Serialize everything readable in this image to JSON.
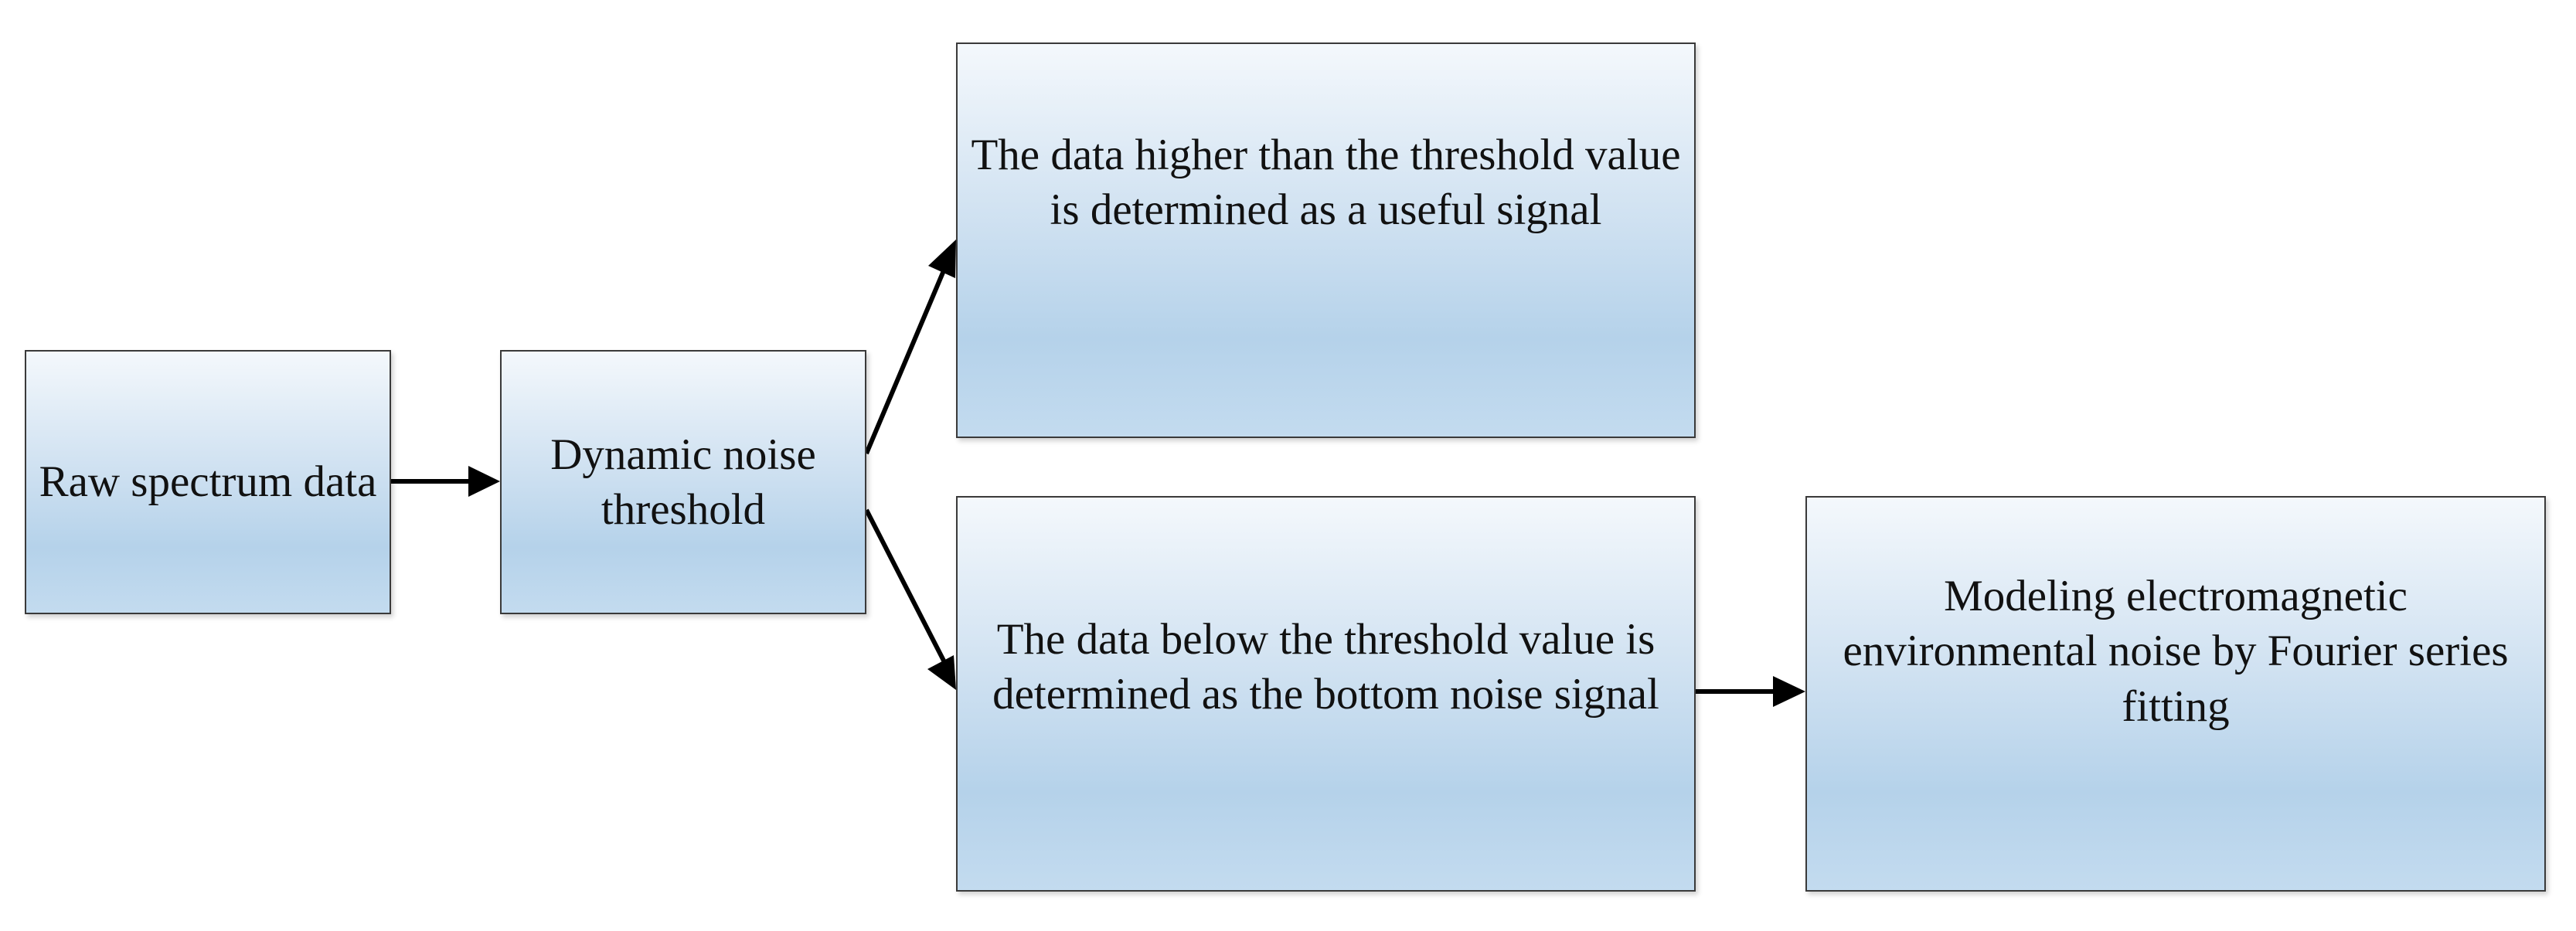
{
  "nodes": {
    "raw_spectrum": {
      "label": "Raw spectrum data"
    },
    "dynamic_threshold": {
      "label": "Dynamic noise threshold"
    },
    "useful_signal": {
      "label": "The data higher than the threshold value is determined as a useful signal"
    },
    "bottom_noise": {
      "label": "The data below the threshold value is determined as the bottom noise signal"
    },
    "fourier_model": {
      "label": "Modeling electromagnetic environmental noise by Fourier series fitting"
    }
  },
  "edges": [
    {
      "from": "raw_spectrum",
      "to": "dynamic_threshold"
    },
    {
      "from": "dynamic_threshold",
      "to": "useful_signal"
    },
    {
      "from": "dynamic_threshold",
      "to": "bottom_noise"
    },
    {
      "from": "bottom_noise",
      "to": "fourier_model"
    }
  ],
  "colors": {
    "box_top": "#f4f8fc",
    "box_bottom": "#b5d2ea",
    "border": "#3a3a3a",
    "arrow": "#000000"
  }
}
